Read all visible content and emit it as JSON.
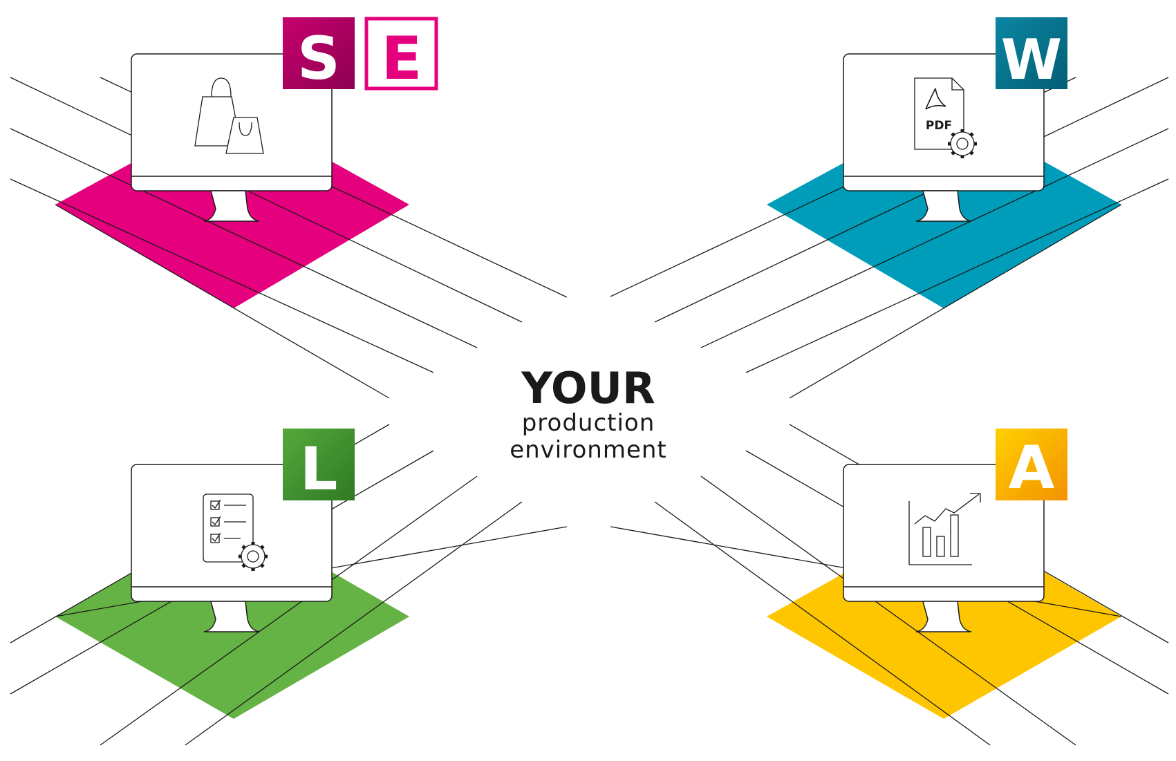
{
  "center": {
    "title": "YOUR",
    "line1": "production",
    "line2": "environment"
  },
  "quadrants": {
    "top_left": {
      "badges": [
        "S",
        "E"
      ],
      "icon": "shopping-bags-icon",
      "color": "#e5007d"
    },
    "top_right": {
      "badges": [
        "W"
      ],
      "icon": "pdf-settings-icon",
      "icon_label": "PDF",
      "color": "#009dba"
    },
    "bottom_left": {
      "badges": [
        "L"
      ],
      "icon": "checklist-settings-icon",
      "color": "#65b345"
    },
    "bottom_right": {
      "badges": [
        "A"
      ],
      "icon": "growth-chart-icon",
      "color": "#fdc600"
    }
  },
  "colors": {
    "badge_s": "#a3005e",
    "badge_e_border": "#e5007d",
    "badge_e_text": "#e5007d",
    "badge_w": "#046f8a",
    "badge_l": "#3c8e2c",
    "badge_a": "#f5a800",
    "line": "#1a1a1a",
    "text": "#1a1a1a"
  }
}
